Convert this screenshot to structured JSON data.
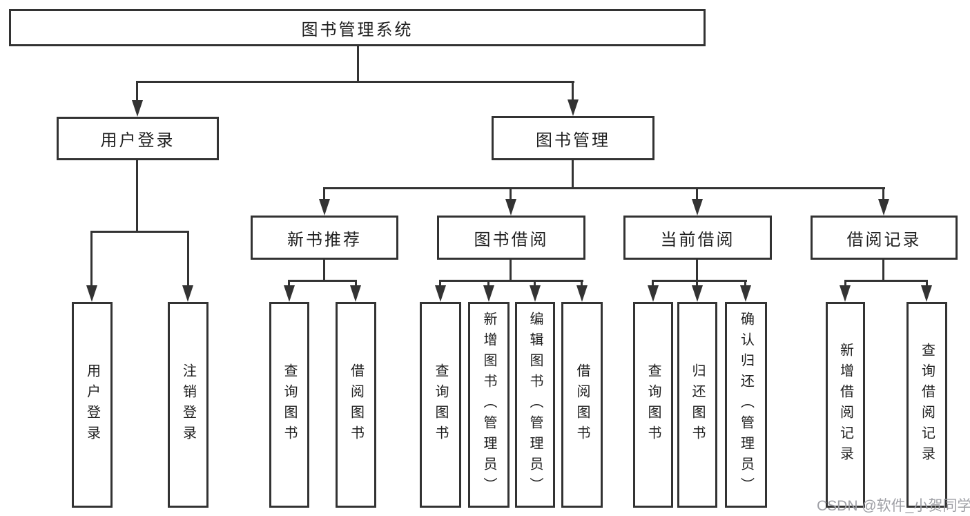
{
  "tree": {
    "label": "图书管理系统",
    "children": [
      {
        "label": "用户登录",
        "children": [
          {
            "label": "用户登录"
          },
          {
            "label": "注销登录"
          }
        ]
      },
      {
        "label": "图书管理",
        "children": [
          {
            "label": "新书推荐",
            "children": [
              {
                "label": "查询图书"
              },
              {
                "label": "借阅图书"
              }
            ]
          },
          {
            "label": "图书借阅",
            "children": [
              {
                "label": "查询图书"
              },
              {
                "label": "新增图书（管理员）"
              },
              {
                "label": "编辑图书（管理员）"
              },
              {
                "label": "借阅图书"
              }
            ]
          },
          {
            "label": "当前借阅",
            "children": [
              {
                "label": "查询图书"
              },
              {
                "label": "归还图书"
              },
              {
                "label": "确认归还（管理员）"
              }
            ]
          },
          {
            "label": "借阅记录",
            "children": [
              {
                "label": "新增借阅记录"
              },
              {
                "label": "查询借阅记录"
              }
            ]
          }
        ]
      }
    ]
  },
  "watermark": {
    "text": "CSDN @软件_小贺同学"
  },
  "colors": {
    "line": "#333333",
    "text": "#1f1f1f",
    "watermark": "#9fa0a6",
    "background": "#ffffff"
  }
}
